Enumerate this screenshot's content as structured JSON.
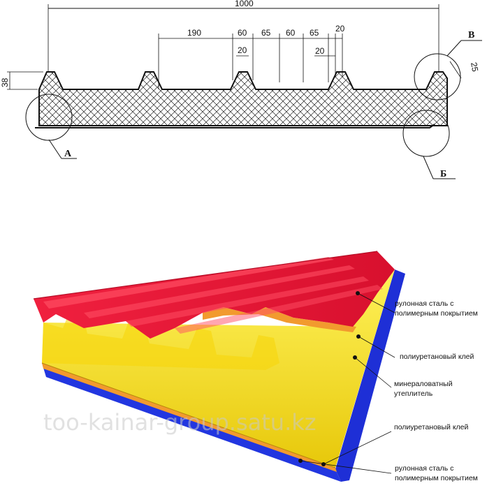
{
  "profile": {
    "dimensions": {
      "total_width": "1000",
      "d190": "190",
      "d60a": "60",
      "d65a": "65",
      "d60b": "60",
      "d65b": "65",
      "d20_top": "20",
      "d20_mid": "20",
      "d20_right": "20",
      "height": "38",
      "rib": "25"
    },
    "markers": {
      "a": "А",
      "b": "Б",
      "v": "В"
    }
  },
  "layers": {
    "top_steel": "рулонная сталь с полимерным покрытием",
    "adhesive_top": "полиуретановый клей",
    "insulation": "минераловатный утеплитель",
    "adhesive_bottom": "полиуретановый клей",
    "bottom_steel": "рулонная сталь с полимерным покрытием"
  },
  "watermark": "too-kainar-group.satu.kz",
  "colors": {
    "red_steel": "#e8173a",
    "yellow_core": "#f4e01a",
    "blue_steel": "#1e2fd6",
    "orange_glue": "#f29a2e"
  }
}
